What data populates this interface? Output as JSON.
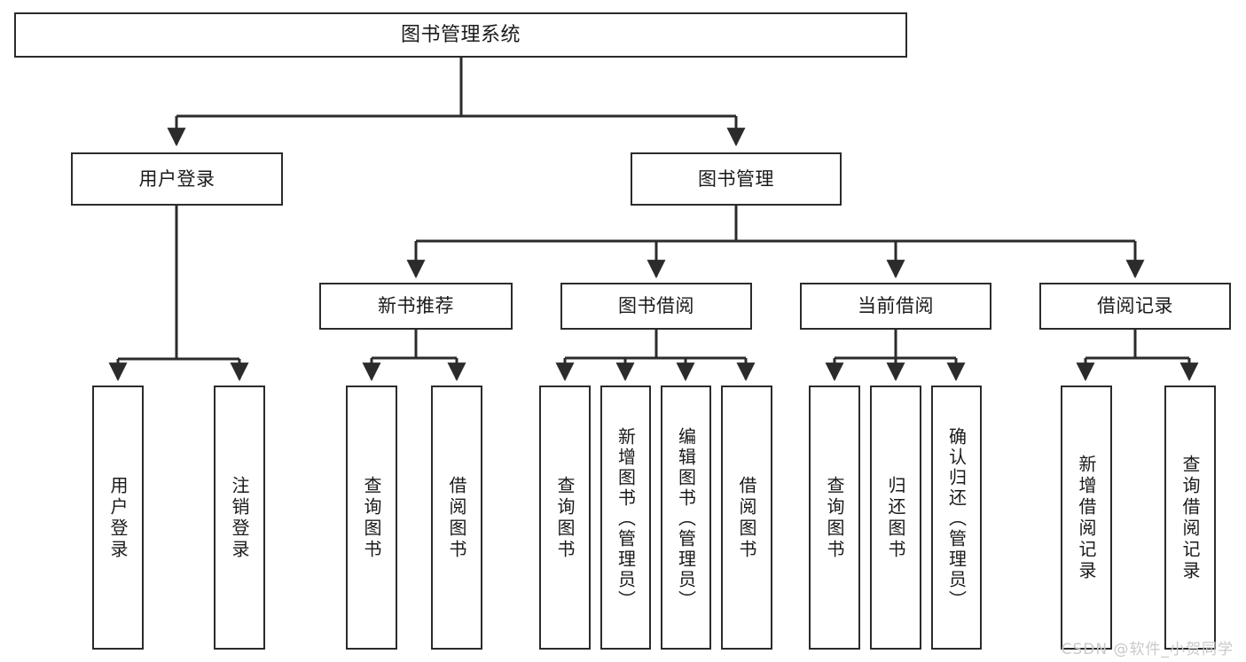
{
  "diagram": {
    "title": "图书管理系统",
    "watermark": "CSDN @软件_小贺同学",
    "stroke_color": "#2b2b2b",
    "fill_color": "#ffffff",
    "watermark_color": "#c9c9c9"
  },
  "nodes": {
    "root": {
      "label": "图书管理系统"
    },
    "level1": [
      {
        "id": "user-login",
        "label": "用户登录"
      },
      {
        "id": "book-manage",
        "label": "图书管理"
      }
    ],
    "level2": [
      {
        "id": "new-book-recommend",
        "label": "新书推荐"
      },
      {
        "id": "book-borrow",
        "label": "图书借阅"
      },
      {
        "id": "current-borrow",
        "label": "当前借阅"
      },
      {
        "id": "borrow-record",
        "label": "借阅记录"
      }
    ],
    "leaves": {
      "user-login": [
        {
          "id": "leaf-user-login",
          "label": "用户登录"
        },
        {
          "id": "leaf-logout-login",
          "label": "注销登录"
        }
      ],
      "new-book-recommend": [
        {
          "id": "leaf-query-book-1",
          "label": "查询图书"
        },
        {
          "id": "leaf-borrow-book-1",
          "label": "借阅图书"
        }
      ],
      "book-borrow": [
        {
          "id": "leaf-query-book-2",
          "label": "查询图书"
        },
        {
          "id": "leaf-add-book-admin",
          "label": "新增图书（管理员）"
        },
        {
          "id": "leaf-edit-book-admin",
          "label": "编辑图书（管理员）"
        },
        {
          "id": "leaf-borrow-book-2",
          "label": "借阅图书"
        }
      ],
      "current-borrow": [
        {
          "id": "leaf-query-book-3",
          "label": "查询图书"
        },
        {
          "id": "leaf-return-book",
          "label": "归还图书"
        },
        {
          "id": "leaf-confirm-return-admin",
          "label": "确认归还（管理员）"
        }
      ],
      "borrow-record": [
        {
          "id": "leaf-add-borrow-record",
          "label": "新增借阅记录"
        },
        {
          "id": "leaf-query-borrow-record",
          "label": "查询借阅记录"
        }
      ]
    }
  }
}
